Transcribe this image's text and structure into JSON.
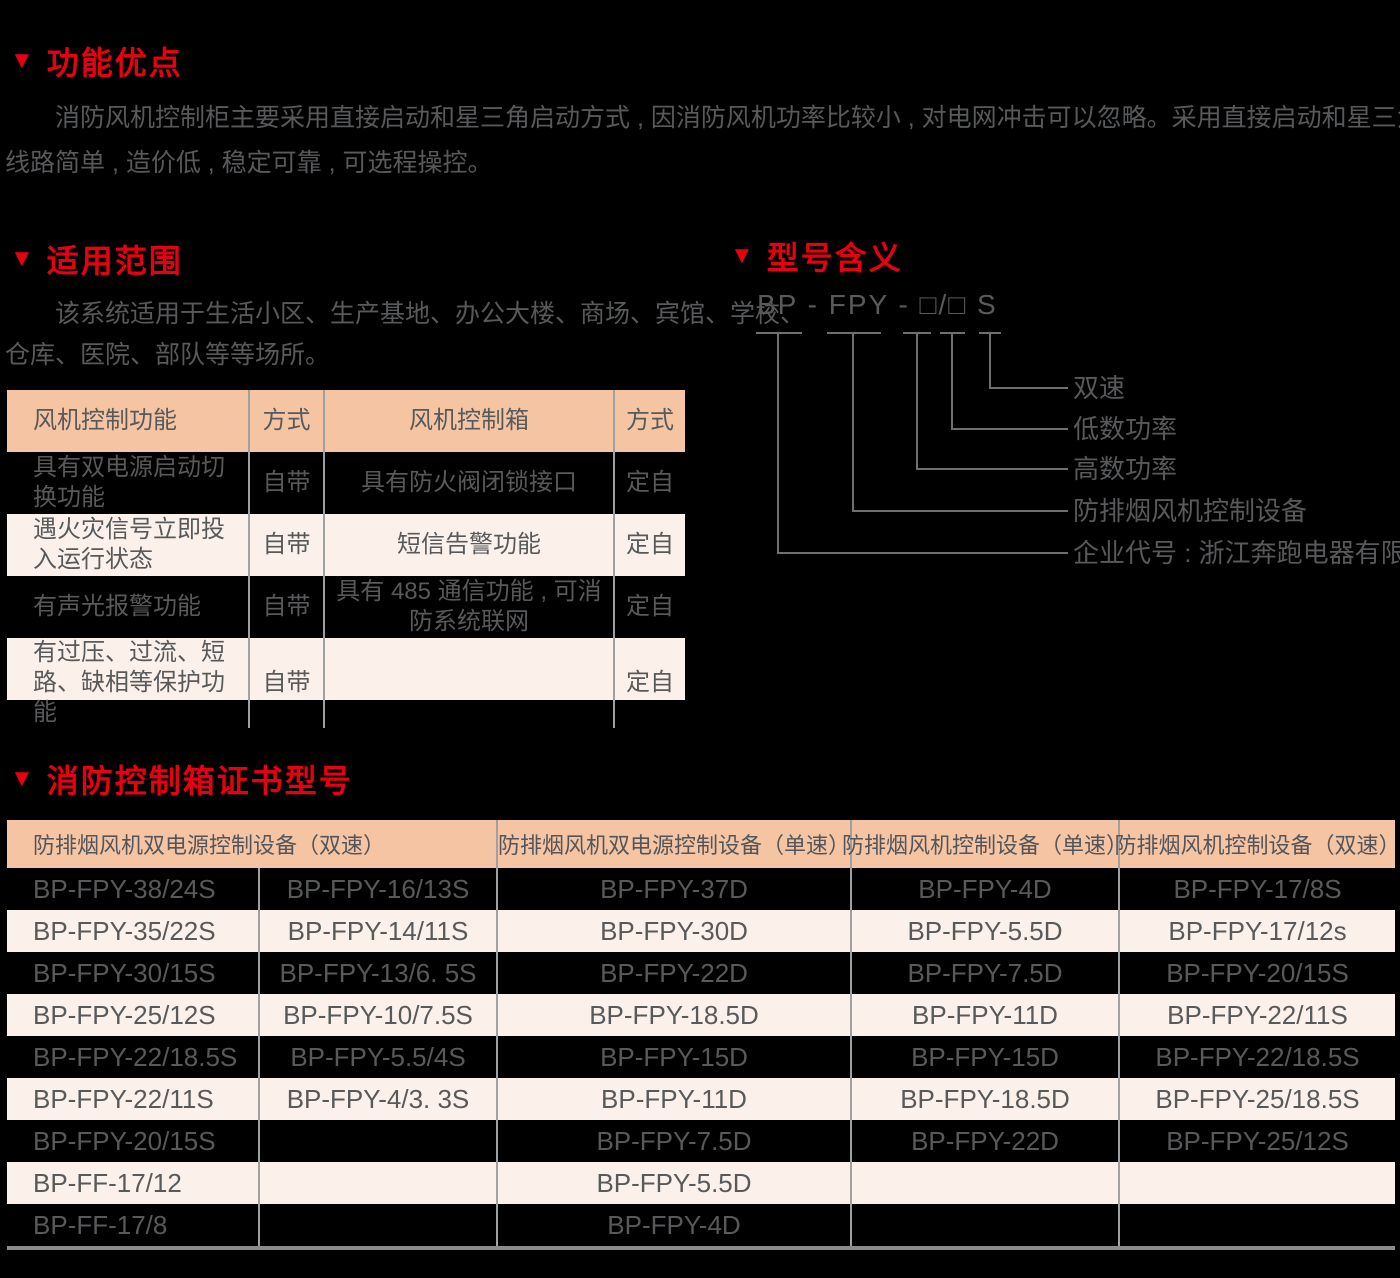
{
  "colors": {
    "background": "#000000",
    "accent_red": "#E60012",
    "body_text": "#58595B",
    "table_header_bg": "#F5C5A3",
    "table_row_alt_bg": "#FCF1EA",
    "divider": "#9EA0A2",
    "table_bottom_border": "#8A8B8D"
  },
  "sections": {
    "features": {
      "marker": "▼",
      "title": "功能优点",
      "lines": [
        "消防风机控制柜主要采用直接启动和星三角启动方式 , 因消防风机功率比较小 , 对电网冲击可以忽略。采用直接启动和星三角启动的优点 :",
        "线路简单 , 造价低 , 稳定可靠 , 可选程操控。"
      ]
    },
    "scope": {
      "marker": "▼",
      "title": "适用范围",
      "lines": [
        "该系统适用于生活小区、生产基地、办公大楼、商场、宾馆、学校、",
        "仓库、医院、部队等等场所。"
      ]
    },
    "model": {
      "marker": "▼",
      "title": "型号含义",
      "code": "BP - FPY - □/□ S",
      "labels": [
        "双速",
        "低数功率",
        "高数功率",
        "防排烟风机控制设备",
        "企业代号 : 浙江奔跑电器有限公司"
      ]
    },
    "certificates": {
      "marker": "▼",
      "title": "消防控制箱证书型号"
    }
  },
  "function_table": {
    "headers": [
      "风机控制功能",
      "方式",
      "风机控制箱",
      "方式"
    ],
    "rows": [
      [
        "具有双电源启动切换功能",
        "自带",
        "具有防火阀闭锁接口",
        "定自"
      ],
      [
        "遇火灾信号立即投入运行状态",
        "自带",
        "短信告警功能",
        "定自"
      ],
      [
        "有声光报警功能",
        "自带",
        "具有 485 通信功能 , 可消防系统联网",
        "定自"
      ],
      [
        "有过压、过流、短路、缺相等保护功能",
        "自带",
        "",
        "定自"
      ]
    ]
  },
  "cert_table": {
    "headers": [
      "防排烟风机双电源控制设备（双速）",
      "防排烟风机双电源控制设备（单速）",
      "防排烟风机控制设备（单速）",
      "防排烟风机控制设备（双速）"
    ],
    "rows": [
      [
        "BP-FPY-38/24S",
        "BP-FPY-16/13S",
        "BP-FPY-37D",
        "BP-FPY-4D",
        "BP-FPY-17/8S"
      ],
      [
        "BP-FPY-35/22S",
        "BP-FPY-14/11S",
        "BP-FPY-30D",
        "BP-FPY-5.5D",
        "BP-FPY-17/12s"
      ],
      [
        "BP-FPY-30/15S",
        "BP-FPY-13/6. 5S",
        "BP-FPY-22D",
        "BP-FPY-7.5D",
        "BP-FPY-20/15S"
      ],
      [
        "BP-FPY-25/12S",
        "BP-FPY-10/7.5S",
        "BP-FPY-18.5D",
        "BP-FPY-11D",
        "BP-FPY-22/11S"
      ],
      [
        "BP-FPY-22/18.5S",
        "BP-FPY-5.5/4S",
        "BP-FPY-15D",
        "BP-FPY-15D",
        "BP-FPY-22/18.5S"
      ],
      [
        "BP-FPY-22/11S",
        "BP-FPY-4/3. 3S",
        "BP-FPY-11D",
        "BP-FPY-18.5D",
        "BP-FPY-25/18.5S"
      ],
      [
        "BP-FPY-20/15S",
        "",
        "BP-FPY-7.5D",
        "BP-FPY-22D",
        "BP-FPY-25/12S"
      ],
      [
        "BP-FF-17/12",
        "",
        "BP-FPY-5.5D",
        "",
        ""
      ],
      [
        "BP-FF-17/8",
        "",
        "BP-FPY-4D",
        "",
        ""
      ]
    ]
  }
}
